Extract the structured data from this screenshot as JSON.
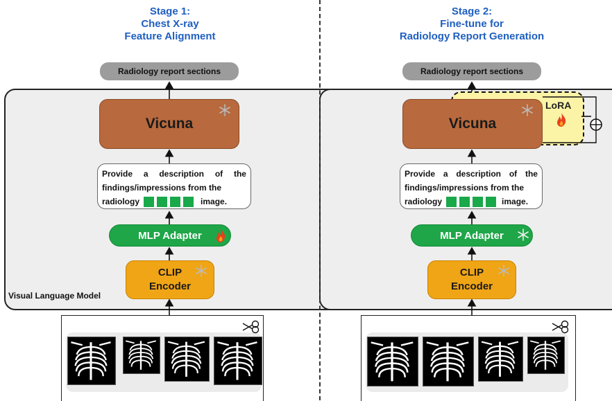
{
  "stages": [
    {
      "title_lines": [
        "Stage 1:",
        "Chest X-ray",
        "Feature Alignment"
      ],
      "report_label": "Radiology report sections",
      "vicuna_label": "Vicuna",
      "vicuna_icon": "snowflake-icon",
      "prompt": {
        "line1": [
          "Provide",
          "a",
          "description",
          "of",
          "the"
        ],
        "line2": "findings/impressions from the",
        "line3_pre": "radiology",
        "line3_post": "image."
      },
      "mlp_label": "MLP Adapter",
      "mlp_icon": "flame-icon",
      "clip_lines": [
        "CLIP",
        "Encoder"
      ],
      "clip_icon": "snowflake-icon",
      "vlm_label": "Visual Language Model"
    },
    {
      "title_lines": [
        "Stage 2:",
        "Fine-tune for",
        "Radiology Report Generation"
      ],
      "report_label": "Radiology report sections",
      "vicuna_label": "Vicuna",
      "vicuna_icon": "snowflake-icon",
      "lora_label": "LoRA",
      "lora_icon": "flame-icon",
      "prompt": {
        "line1": [
          "Provide",
          "a",
          "description",
          "of",
          "the"
        ],
        "line2": "findings/impressions from the",
        "line3_pre": "radiology",
        "line3_post": "image."
      },
      "mlp_label": "MLP Adapter",
      "mlp_icon": "snowflake-icon",
      "clip_lines": [
        "CLIP",
        "Encoder"
      ],
      "clip_icon": "snowflake-icon"
    }
  ],
  "colors": {
    "title": "#1f5fbf",
    "vicuna": "#b8693d",
    "mlp": "#1ea648",
    "clip": "#f0a516",
    "lora": "#fbf3a6",
    "token": "#19a84a",
    "report": "#9c9c9c",
    "vlm_background": "#eeeeee"
  }
}
